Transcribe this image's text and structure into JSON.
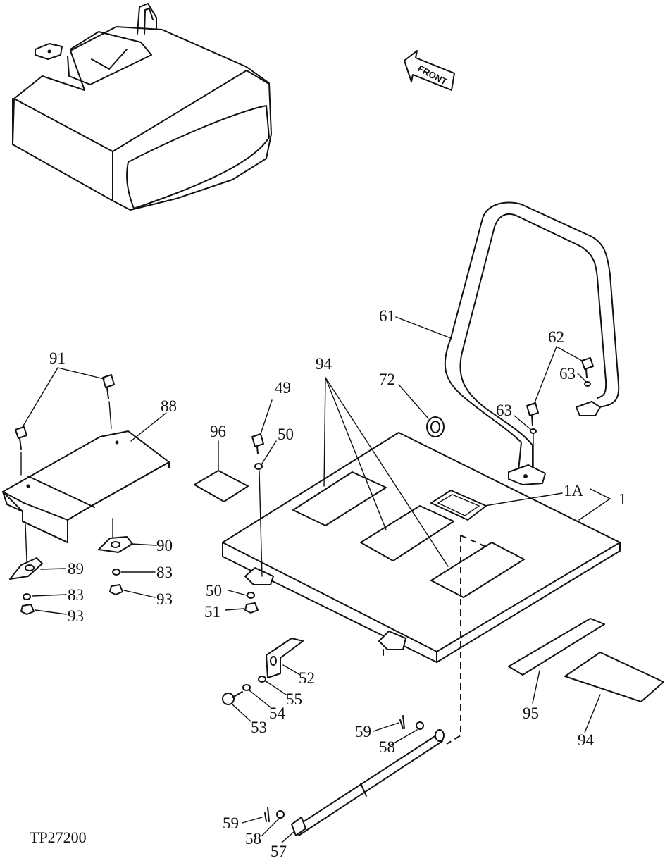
{
  "diagram": {
    "drawing_id": "TP27200",
    "front_arrow_label": "FRONT",
    "callouts": {
      "c91": "91",
      "c88": "88",
      "c89": "89",
      "c90": "90",
      "c83a": "83",
      "c83b": "83",
      "c93a": "93",
      "c93b": "93",
      "c96": "96",
      "c49": "49",
      "c50a": "50",
      "c50b": "50",
      "c51": "51",
      "c94a": "94",
      "c94b": "94",
      "c72": "72",
      "c61": "61",
      "c62": "62",
      "c63a": "63",
      "c63b": "63",
      "c1A": "1A",
      "c1": "1",
      "c95": "95",
      "c52": "52",
      "c53": "53",
      "c54": "54",
      "c55": "55",
      "c59a": "59",
      "c58a": "58",
      "c59b": "59",
      "c58b": "58",
      "c57": "57"
    }
  }
}
